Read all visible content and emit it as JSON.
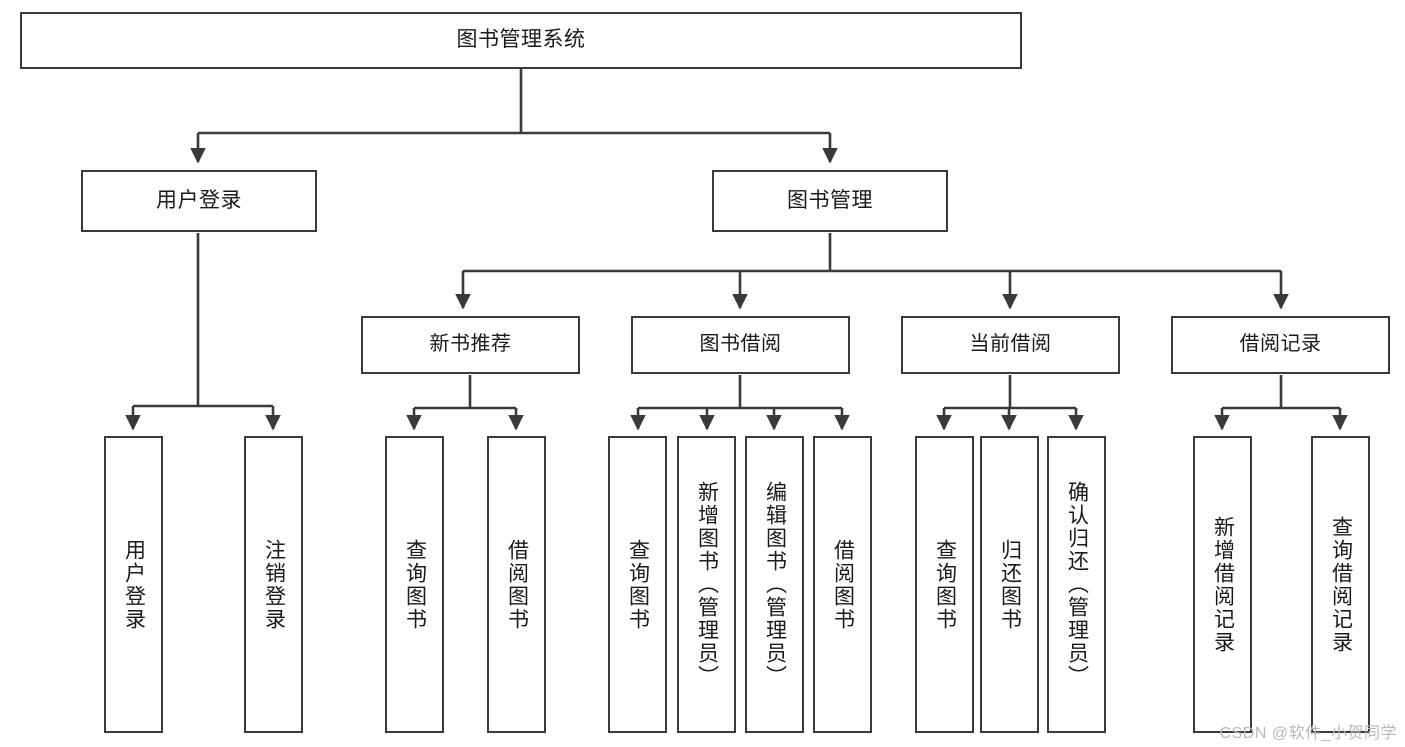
{
  "diagram": {
    "type": "tree",
    "title": "图书管理系统",
    "watermark": "CSDN @软件_小贺同学",
    "colors": {
      "stroke": "#3a3a3a",
      "fill": "#ffffff",
      "text": "#1a1a1a",
      "watermark": "#b9b9b9"
    },
    "nodes": {
      "root": {
        "label": "图书管理系统"
      },
      "level2": [
        {
          "id": "user-login",
          "label": "用户登录"
        },
        {
          "id": "book-manage",
          "label": "图书管理"
        }
      ],
      "level3": [
        {
          "id": "new-book-recommend",
          "label": "新书推荐"
        },
        {
          "id": "book-borrow",
          "label": "图书借阅"
        },
        {
          "id": "current-borrow",
          "label": "当前借阅"
        },
        {
          "id": "borrow-record",
          "label": "借阅记录"
        }
      ],
      "leaves": {
        "user_login": [
          {
            "id": "leaf-user-login",
            "label": "用户登录"
          },
          {
            "id": "leaf-logout-login",
            "label": "注销登录"
          }
        ],
        "new_book_recommend": [
          {
            "id": "leaf-query-book-1",
            "label": "查询图书"
          },
          {
            "id": "leaf-borrow-book-1",
            "label": "借阅图书"
          }
        ],
        "book_borrow": [
          {
            "id": "leaf-query-book-2",
            "label": "查询图书"
          },
          {
            "id": "leaf-add-book",
            "label": "新增图书（管理员）"
          },
          {
            "id": "leaf-edit-book",
            "label": "编辑图书（管理员）"
          },
          {
            "id": "leaf-borrow-book-2",
            "label": "借阅图书"
          }
        ],
        "current_borrow": [
          {
            "id": "leaf-query-book-3",
            "label": "查询图书"
          },
          {
            "id": "leaf-return-book",
            "label": "归还图书"
          },
          {
            "id": "leaf-confirm-return",
            "label": "确认归还（管理员）"
          }
        ],
        "borrow_record": [
          {
            "id": "leaf-add-borrow-record",
            "label": "新增借阅记录"
          },
          {
            "id": "leaf-query-borrow-record",
            "label": "查询借阅记录"
          }
        ]
      }
    }
  }
}
